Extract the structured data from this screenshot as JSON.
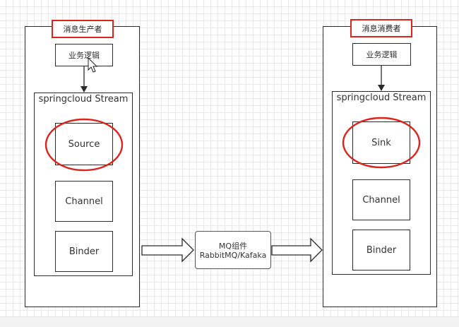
{
  "producer": {
    "title": "消息生产者",
    "logic": "业务逻辑",
    "stream_label": "springcloud Stream",
    "components": [
      "Source",
      "Channel",
      "Binder"
    ]
  },
  "consumer": {
    "title": "消息消费者",
    "logic": "业务逻辑",
    "stream_label": "springcloud Stream",
    "components": [
      "Sink",
      "Channel",
      "Binder"
    ]
  },
  "mq": {
    "line1": "MQ组件",
    "line2": "RabbitMQ/Kafaka"
  },
  "colors": {
    "highlight": "#d9251c",
    "stroke": "#2b2b2b"
  }
}
